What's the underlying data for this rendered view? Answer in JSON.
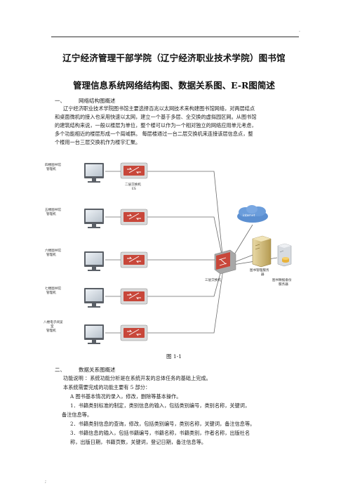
{
  "header": {
    "mark": "."
  },
  "title": {
    "line1": "辽宁经济管理干部学院（辽宁经济职业技术学院）图书馆",
    "line2": "管理信息系统网络结构图、数据关系图、E-R图简述"
  },
  "section1": {
    "number": "一、",
    "heading": "网络结构图概述",
    "paragraph": [
      "辽宁经济职业技术学院图书馆主要选择百兆以太网技术来构建图书馆网络，对两层结点",
      "和桌面微机的接入也采用快速以太网，建立一个基于多层、全交换的虚拟园区网。从图书馆",
      "的建筑结构来说，一般以楼层为单位，整个楼可以作为一个相对独立的网络应用单元考虑，",
      "多个功能相近的楼层形成一个局域群。   每层楼通过一台二层交换机来连接该层信息点，整",
      "个楼用一台三层交换机作为楼宇汇聚。"
    ]
  },
  "diagram": {
    "pcs": [
      {
        "label1": "四楼图书馆",
        "label2": "管理机"
      },
      {
        "label1": "五楼图书馆",
        "label2": "管理机"
      },
      {
        "label1": "六楼图书馆",
        "label2": "管理机"
      },
      {
        "label1": "七楼图书馆",
        "label2": "管理机"
      },
      {
        "label1": "八楼电子阅览",
        "label2": "室",
        "label3": "管理机"
      }
    ],
    "switch_label1": "二层交换机",
    "switch_label2": "ES",
    "core_switch": "三层交换机",
    "cloud": "internet",
    "server1_label1": "图书管理服务",
    "server1_label2": "器",
    "server2_label1": "图书数据备份",
    "server2_label2": "服务器",
    "colors": {
      "switch": "#c8473a",
      "monitor": "#5a5f66",
      "line": "#6b6b6b",
      "cloud": "#5b8fd1"
    }
  },
  "figure_caption": "图 1-1",
  "section2": {
    "number": "二、",
    "heading": "数据关系图概述",
    "lines": [
      "功能说明 ：系统功能分析是在系统开发的总体任务的基础上完成。",
      "本系统需要完成的功能主要有 5 部分：",
      "A 图书基本情况的录入，修改，删除等基本操作。",
      "1．书籍类别标准的制定，类别信息的输入，包括类别编号，类别名称，关键词，",
      "备注信息等。",
      "2．书籍类别信息的查询，修改，包括类别编号，类别名称，关键词，备注信息等。",
      "3．书籍信息的输入，包括书籍编号，书籍名称，书籍类别，作者名称，出版社名",
      "称，出版日期，书籍页数，关键词，登记日期，备注信息等。"
    ]
  },
  "footer": {
    "mark": ";"
  }
}
